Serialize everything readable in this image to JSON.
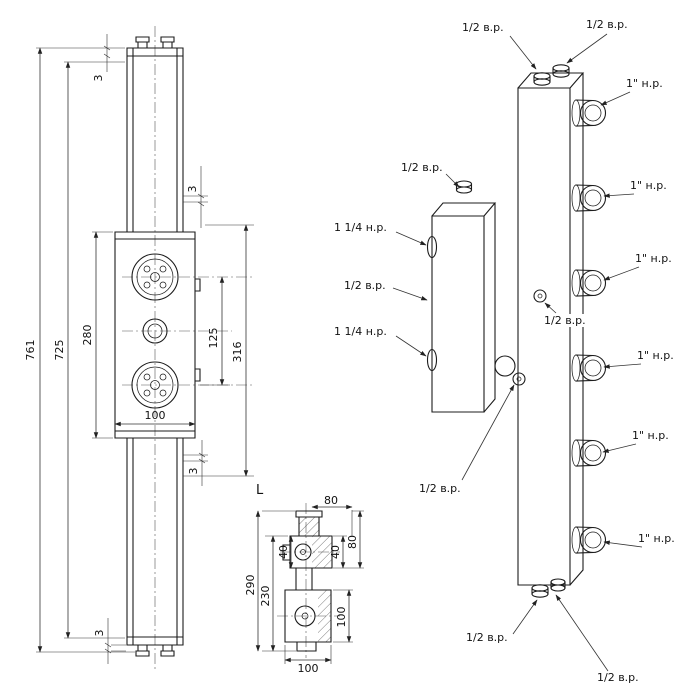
{
  "front_view": {
    "dim_3_top": "3",
    "dim_761": "761",
    "dim_725": "725",
    "dim_280": "280",
    "dim_3_upper": "3",
    "dim_125": "125",
    "dim_316": "316",
    "dim_100": "100",
    "dim_3_lower": "3",
    "dim_3_bottom": "3"
  },
  "iso_view": {
    "label_top_left": "1/2 в.р.",
    "label_top_right": "1/2 в.р.",
    "side_ports": [
      "1\" н.р.",
      "1\" н.р.",
      "1\" н.р.",
      "1\" н.р.",
      "1\" н.р.",
      "1\" н.р."
    ],
    "label_block_top": "1/2 в.р.",
    "label_block_upper": "1 1/4 н.р.",
    "label_block_mid": "1/2 в.р.",
    "label_block_lower": "1 1/4 н.р.",
    "label_sensor_mid": "1/2 в.р.",
    "label_sensor_lower": "1/2 в.р.",
    "label_bottom_left": "1/2 в.р.",
    "label_bottom_right": "1/2 в.р."
  },
  "plan_view": {
    "view_letter": "L",
    "dim_80_top": "80",
    "dim_40_left": "40",
    "dim_40_right": "40",
    "dim_80_right": "80",
    "dim_290": "290",
    "dim_230": "230",
    "dim_100_right": "100",
    "dim_100_bottom": "100"
  }
}
